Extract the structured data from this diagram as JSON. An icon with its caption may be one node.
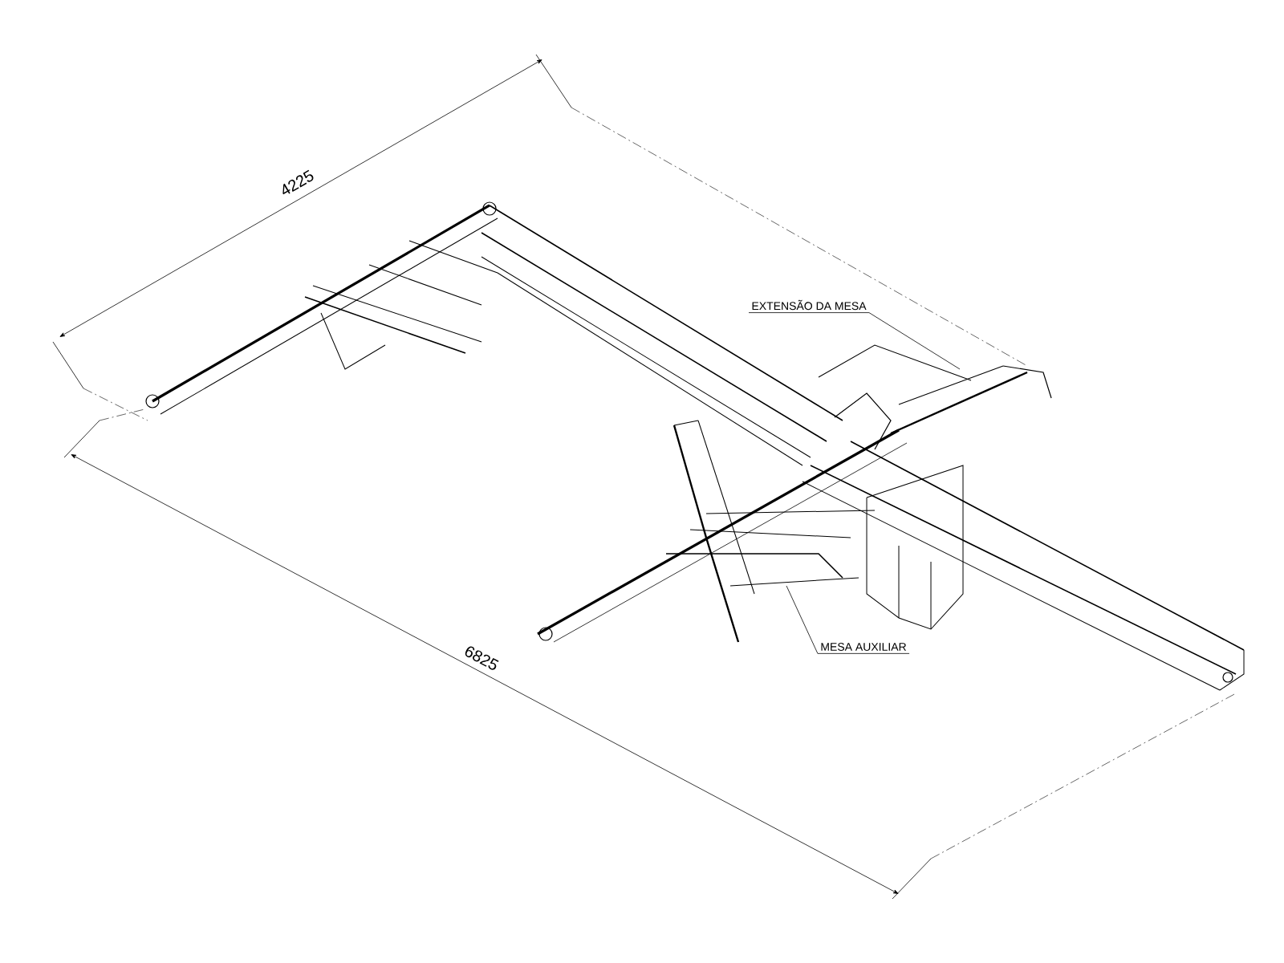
{
  "diagram": {
    "nodes": [
      {
        "text": [
          "EXTENSÃO DA MESA"
        ]
      },
      {
        "text": [
          "MESA AUXILIAR"
        ]
      }
    ],
    "edges": [
      {
        "from": 0,
        "to": null,
        "arrow": "none"
      },
      {
        "from": 1,
        "to": null,
        "arrow": "none"
      }
    ],
    "labels": [
      "4225",
      "6825"
    ]
  }
}
